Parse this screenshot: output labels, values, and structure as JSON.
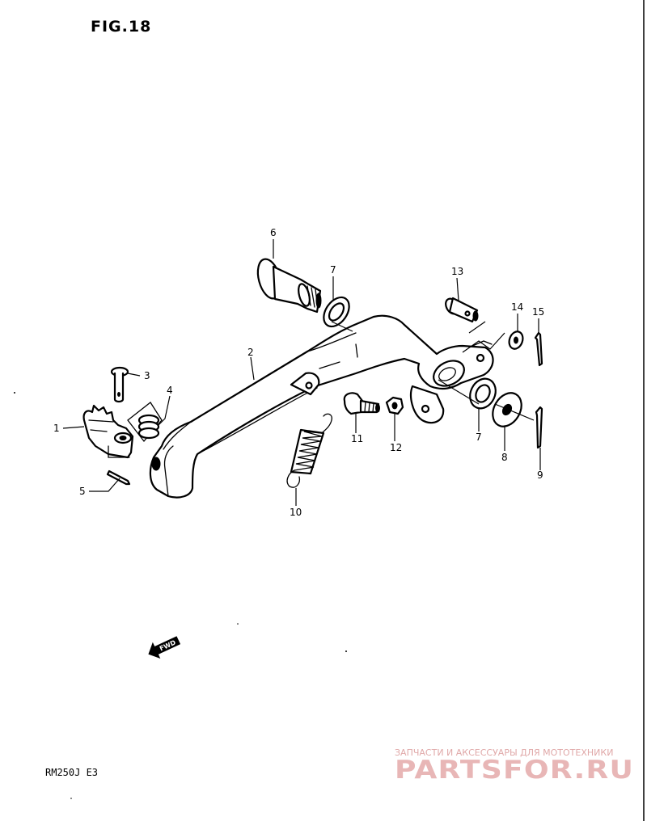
{
  "figure": {
    "title": "FIG.18"
  },
  "model": {
    "label": "RM250J E3"
  },
  "direction": {
    "label": "FWD"
  },
  "watermark": {
    "tagline": "ЗАПЧАСТИ И АКСЕССУАРЫ ДЛЯ МОТОТЕХНИКИ",
    "brand": "PARTSFOR.RU"
  },
  "parts": [
    {
      "label": "1"
    },
    {
      "label": "2"
    },
    {
      "label": "3"
    },
    {
      "label": "4"
    },
    {
      "label": "5"
    },
    {
      "label": "6"
    },
    {
      "label": "7"
    },
    {
      "label": "7"
    },
    {
      "label": "8"
    },
    {
      "label": "9"
    },
    {
      "label": "10"
    },
    {
      "label": "11"
    },
    {
      "label": "12"
    },
    {
      "label": "13"
    },
    {
      "label": "14"
    },
    {
      "label": "15"
    }
  ]
}
